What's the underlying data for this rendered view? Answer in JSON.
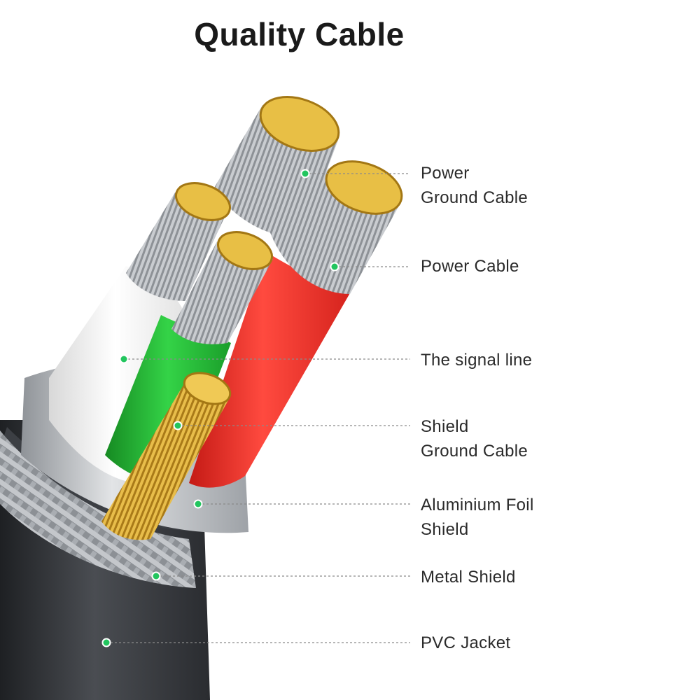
{
  "title": "Quality Cable",
  "colors": {
    "marker": "#22c55e",
    "leader": "#8a8a8a",
    "jacket": "#2d2f33",
    "braid": "#9a9ea3",
    "foil": "#c9ccd0",
    "copper": "#e0b040",
    "white_insulation": "#f1f1f1",
    "green_insulation": "#22b533",
    "red_insulation": "#e32b25",
    "strand_silver": "#b8bcc0"
  },
  "callouts": [
    {
      "name": "power-ground-cable",
      "lines": [
        "Power",
        "Ground Cable"
      ]
    },
    {
      "name": "power-cable",
      "lines": [
        "Power Cable"
      ]
    },
    {
      "name": "signal-line",
      "lines": [
        "The signal line"
      ]
    },
    {
      "name": "shield-ground-cable",
      "lines": [
        "Shield",
        "Ground Cable"
      ]
    },
    {
      "name": "aluminium-foil-shield",
      "lines": [
        "Aluminium Foil",
        "Shield"
      ]
    },
    {
      "name": "metal-shield",
      "lines": [
        "Metal Shield"
      ]
    },
    {
      "name": "pvc-jacket",
      "lines": [
        "PVC Jacket"
      ]
    }
  ]
}
